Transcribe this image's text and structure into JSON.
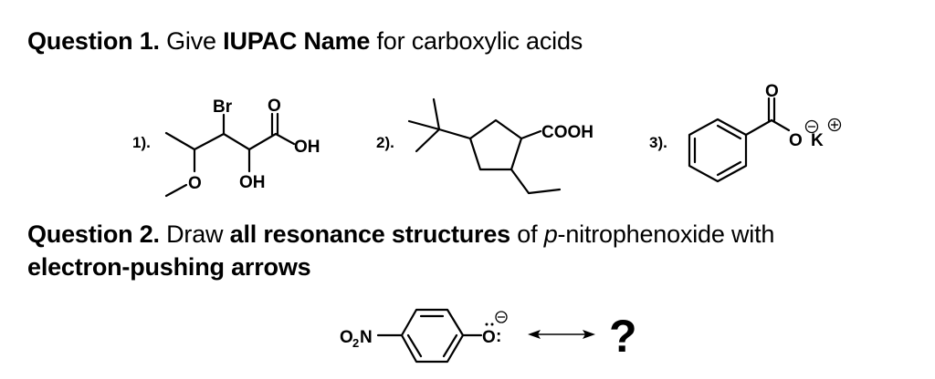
{
  "question1": {
    "label": "Question 1.",
    "text_1": " Give ",
    "emphasis": "IUPAC Name",
    "text_2": " for carboxylic acids",
    "items": [
      {
        "number": "1).",
        "structure": "3-bromo-2-hydroxy-4-methoxypentanoic acid skeleton",
        "labels": {
          "br": "Br",
          "carbonyl_o": "O",
          "acid_oh": "OH",
          "alcohol_oh": "OH",
          "ether_o": "O"
        }
      },
      {
        "number": "2).",
        "structure": "cyclopentane with tert-butyl, ethyl and COOH substituents",
        "labels": {
          "acid": "COOH"
        }
      },
      {
        "number": "3).",
        "structure": "potassium benzoate",
        "labels": {
          "carbonyl_o": "O",
          "anion_o": "O",
          "cation": "K",
          "neg_charge": "−",
          "pos_charge": "+"
        }
      }
    ]
  },
  "question2": {
    "label": "Question 2.",
    "text_1": " Draw ",
    "emphasis_1": "all resonance structures",
    "text_2": " of ",
    "italic_p": "p",
    "text_3": "-nitrophenoxide with",
    "emphasis_2": "electron-pushing arrows",
    "structure": {
      "nitro_o": "O",
      "nitro_sub": "2",
      "nitro_n": "N",
      "phenoxide_o": "O",
      "lone_pair": ":",
      "neg_charge": "−",
      "resonance_arrow": "↔",
      "unknown": "?"
    }
  }
}
